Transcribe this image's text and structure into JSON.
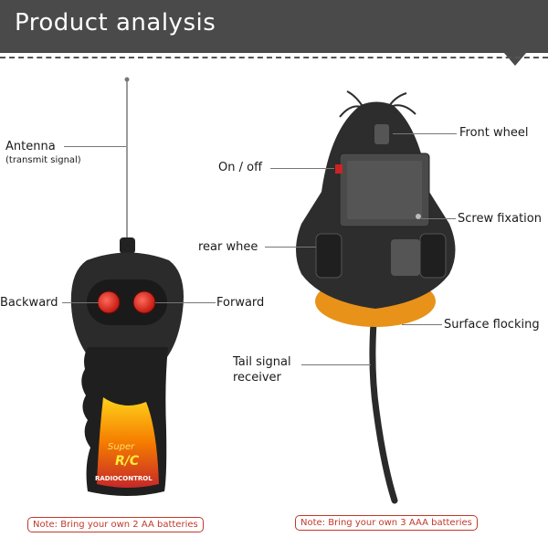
{
  "header": {
    "title": "Product analysis"
  },
  "labels": {
    "antenna": "Antenna",
    "antenna_sub": "(transmit signal)",
    "backward": "Backward",
    "forward": "Forward",
    "front_wheel": "Front wheel",
    "on_off": "On / off",
    "screw_fixation": "Screw fixation",
    "rear_wheel": "rear whee",
    "surface_flocking": "Surface flocking",
    "tail_signal_1": "Tail signal",
    "tail_signal_2": "receiver"
  },
  "remote_branding": {
    "super": "Super",
    "rc": "R/C",
    "radio_control": "RADIOCONTROL"
  },
  "notes": {
    "left": "Note: Bring your own 2 AA batteries",
    "right": "Note: Bring your own 3 AAA batteries"
  },
  "colors": {
    "header_bg": "#4a4a4a",
    "note_color": "#c0392b",
    "button_red": "#e8281e",
    "flocking_orange": "#e8921a"
  }
}
